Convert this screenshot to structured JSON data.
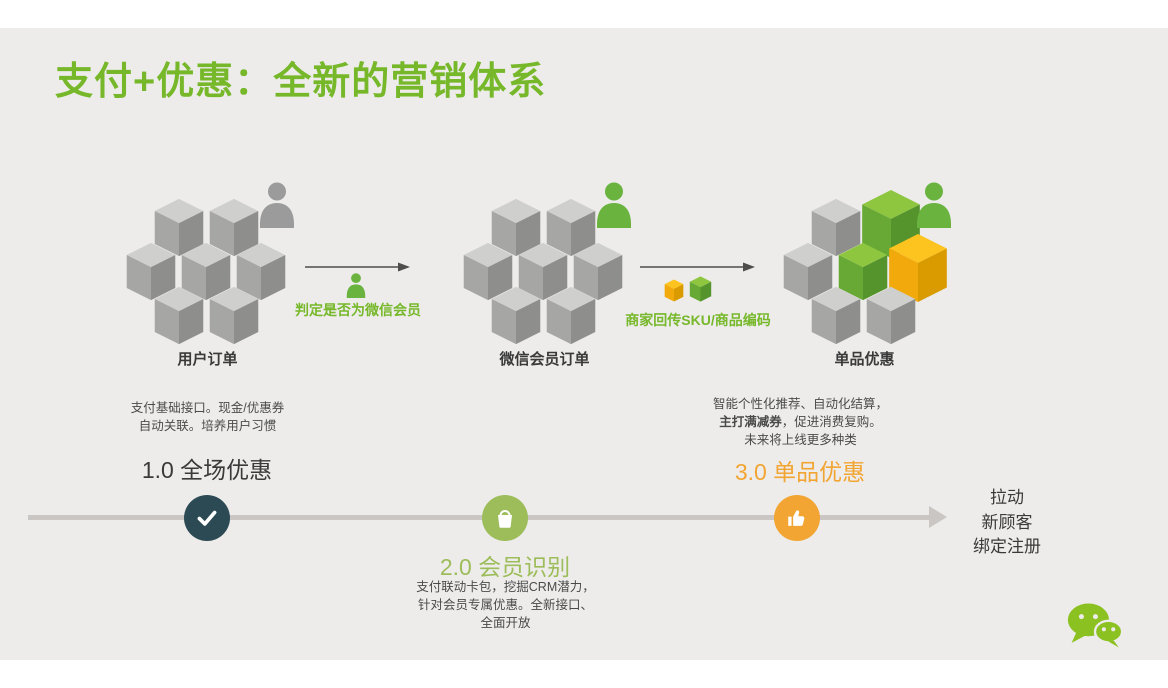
{
  "title": "支付+优惠：全新的营销体系",
  "colors": {
    "theme": {
      "bg_page": "#ffffff",
      "bg_band": "#edeceb",
      "title_green": "#76b82a",
      "label_dark": "#3a3a3a",
      "note_gray": "#4a4a4a",
      "orange": "#f2a532",
      "light_green": "#9cbd59",
      "dark_slate": "#2b4a54",
      "timeline_gray": "#c9c6c3",
      "arrow_dark": "#4d4d4d",
      "wechat_green": "#8cc122"
    },
    "person": {
      "gray": "#9b9b9b",
      "green": "#6ab33e"
    },
    "cube": {
      "gray": {
        "top": "#cfcfcd",
        "left": "#a6a6a4",
        "right": "#8e8e8c"
      },
      "green": {
        "top": "#8ec63f",
        "left": "#67a934",
        "right": "#55932c"
      },
      "yellow": {
        "top": "#fdc31f",
        "left": "#f2a90b",
        "right": "#d99b00"
      }
    }
  },
  "groups": [
    {
      "label": "用户订单",
      "person": "gray",
      "cubes": [
        [
          "gray",
          "gray"
        ],
        [
          "gray",
          "gray",
          "gray"
        ],
        [
          "gray",
          "gray"
        ]
      ]
    },
    {
      "label": "微信会员订单",
      "person": "green",
      "cubes": [
        [
          "gray",
          "gray"
        ],
        [
          "gray",
          "gray",
          "gray"
        ],
        [
          "gray",
          "gray"
        ]
      ]
    },
    {
      "label": "单品优惠",
      "person": "green",
      "cubes": [
        [
          "gray",
          "green-lg"
        ],
        [
          "gray",
          "green",
          "yellow-lg"
        ],
        [
          "gray",
          "gray"
        ]
      ]
    }
  ],
  "arrows": [
    {
      "caption": "判定是否为微信会员",
      "icon": "member-person-icon"
    },
    {
      "caption": "商家回传SKU/商品编码",
      "icon": "sku-cubes-icon"
    }
  ],
  "notes": {
    "left": {
      "line1": "支付基础接口。现金/优惠券",
      "line2": "自动关联。培养用户习惯"
    },
    "right": {
      "line1": "智能个性化推荐、自动化结算，",
      "line2_bold": "主打满减券",
      "line2_rest": "，促进消费复购。",
      "line3": "未来将上线更多种类"
    },
    "middle": {
      "line1": "支付联动卡包，挖掘CRM潜力，",
      "line2": "针对会员专属优惠。全新接口、",
      "line3": "全面开放"
    }
  },
  "milestones": [
    {
      "label": "1.0 全场优惠",
      "icon": "check-icon"
    },
    {
      "label": "2.0 会员识别",
      "icon": "gift-bag-icon"
    },
    {
      "label": "3.0 单品优惠",
      "icon": "thumbs-up-icon"
    }
  ],
  "timeline_end": [
    "拉动",
    "新顾客",
    "绑定注册"
  ],
  "logo": {
    "icon": "wechat-logo"
  }
}
